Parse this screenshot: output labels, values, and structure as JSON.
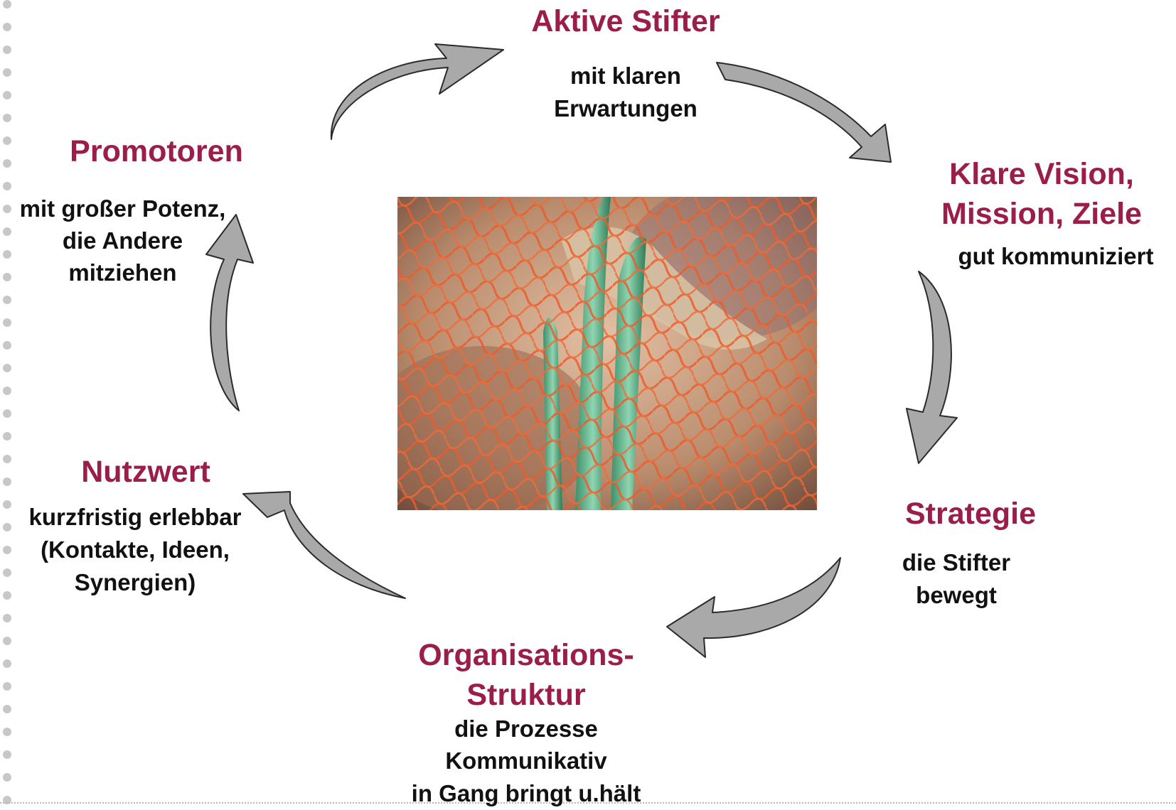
{
  "colors": {
    "heading": "#9a1d4a",
    "text": "#111111",
    "arrow_fill": "#a9a9a9",
    "arrow_stroke": "#2b2b2b"
  },
  "image": {
    "description_icon": "sprouting-onion-in-orange-net-photo"
  },
  "nodes": {
    "aktive_stifter": {
      "title": "Aktive Stifter",
      "lines": [
        "mit klaren",
        "Erwartungen"
      ]
    },
    "klare_vision": {
      "title_lines": [
        "Klare Vision,",
        "Mission, Ziele"
      ],
      "lines": [
        "gut kommuniziert"
      ]
    },
    "strategie": {
      "title": "Strategie",
      "lines": [
        "die Stifter",
        "bewegt"
      ]
    },
    "organisation": {
      "title_lines": [
        "Organisations-",
        "Struktur"
      ],
      "lines": [
        "die Prozesse",
        "Kommunikativ",
        "in Gang bringt u.hält"
      ]
    },
    "nutzwert": {
      "title": "Nutzwert",
      "lines": [
        "kurzfristig erlebbar",
        "(Kontakte, Ideen,",
        "Synergien)"
      ]
    },
    "promotoren": {
      "title": "Promotoren",
      "lines": [
        "mit großer Potenz,",
        "die Andere",
        "mitziehen"
      ]
    }
  }
}
